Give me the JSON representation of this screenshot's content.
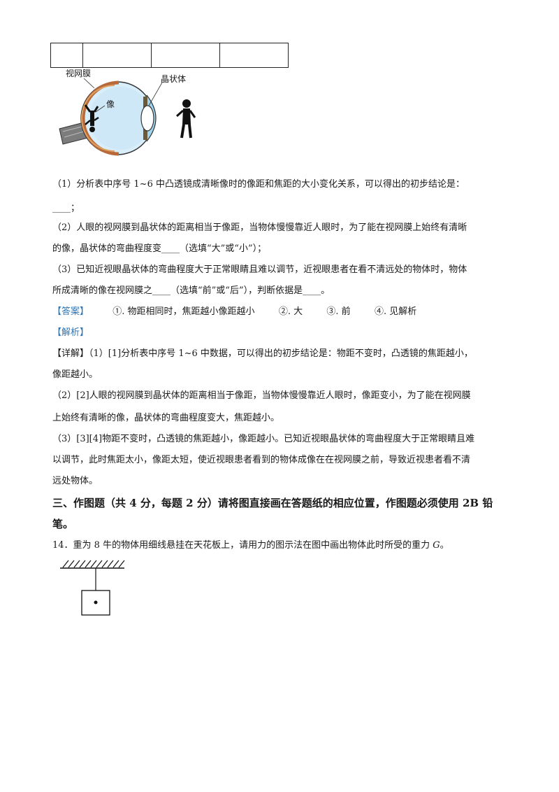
{
  "table": {
    "cell_count": 4
  },
  "eye_figure": {
    "label_retina": "视网膜",
    "label_lens": "晶状体",
    "label_image": "像"
  },
  "question13": {
    "q1_line1": "（1）分析表中序号 1~6 中凸透镜成清晰像时的像距和焦距的大小变化关系，可以得出的初步结论是：",
    "q1_line2": "____；",
    "q2_line1": "（2）人眼的视网膜到晶状体的距离相当于像距，当物体慢慢靠近人眼时，为了能在视网膜上始终有清晰",
    "q2_line2": "的像，晶状体的弯曲程度变____（选填“大”或“小”）；",
    "q3_line1": "（3）已知近视眼晶状体的弯曲程度大于正常眼睛且难以调节，近视眼患者在看不清远处的物体时，物体",
    "q3_line2": "所成清晰的像在视网膜之____（选填“前”或“后”），判断依据是____。"
  },
  "answer": {
    "tag": "【答案】",
    "items": [
      "①. 物距相同时，焦距越小像距越小",
      "②. 大",
      "③. 前",
      "④. 见解析"
    ]
  },
  "analysis": {
    "tag": "【解析】",
    "detail_tag": "【详解】",
    "p1_line1": "（1）[1]分析表中序号 1~6 中数据，可以得出的初步结论是：物距不变时，凸透镜的焦距越小，",
    "p1_line2": "像距越小。",
    "p2_line1": "（2）[2]人眼的视网膜到晶状体的距离相当于像距，当物体慢慢靠近人眼时，像距变小，为了能在视网膜",
    "p2_line2": "上始终有清晰的像，晶状体的弯曲程度变大，焦距越小。",
    "p3_line1": "（3）[3][4]物距不变时，凸透镜的焦距越小，像距越小。已知近视眼晶状体的弯曲程度大于正常眼睛且难",
    "p3_line2": "以调节，此时焦距太小，像距太短，使近视眼患者看到的物体成像在在视网膜之前，导致近视患者看不清",
    "p3_line3": "远处物体。"
  },
  "section3": {
    "heading_line1": "三、作图题（共 4 分，每题 2 分）请将图直接画在答题纸的相应位置，作图题必须使用 2B 铅",
    "heading_line2": "笔。"
  },
  "question14": {
    "text_before": "14．重为 8 牛的物体用细线悬挂在天花板上，请用力的图示法在图中画出物体此时所受的重力 ",
    "g_symbol": "G",
    "text_after": "。"
  }
}
